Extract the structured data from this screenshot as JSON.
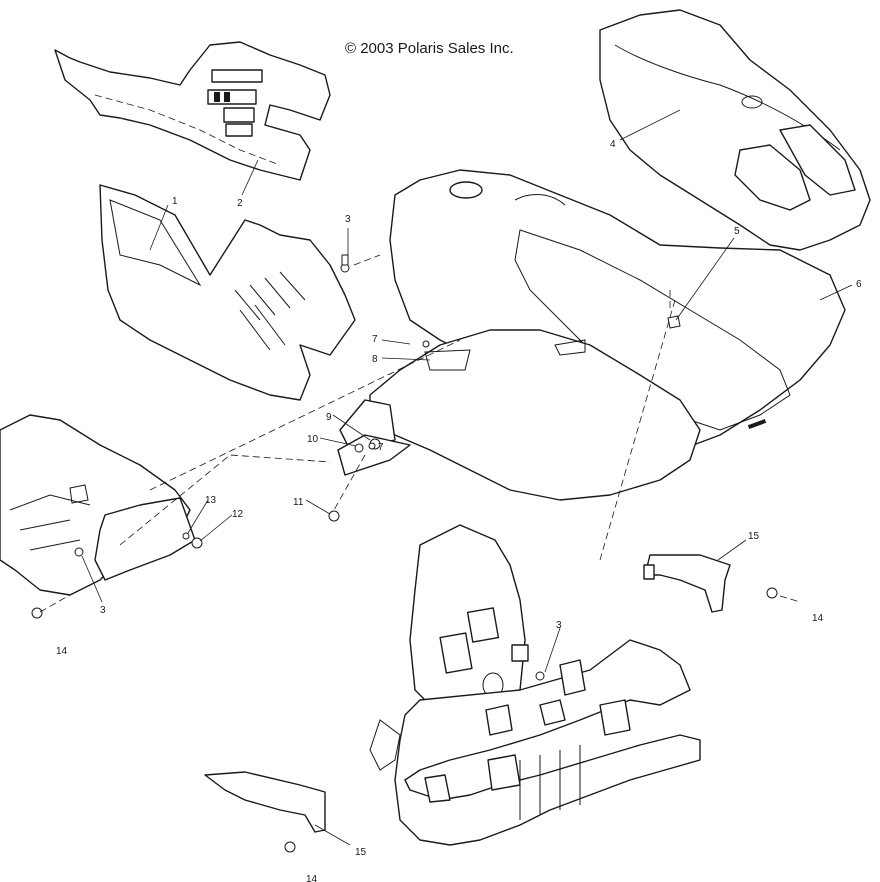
{
  "copyright": "© 2003 Polaris Sales Inc.",
  "callouts": {
    "c1": "1",
    "c2": "2",
    "c3a": "3",
    "c3b": "3",
    "c3c": "3",
    "c4": "4",
    "c5": "5",
    "c6": "6",
    "c7a": "7",
    "c7b": "7",
    "c8": "8",
    "c9": "9",
    "c10": "10",
    "c11": "11",
    "c12": "12",
    "c13": "13",
    "c14a": "14",
    "c14b": "14",
    "c14c": "14",
    "c15a": "15",
    "c15b": "15"
  }
}
